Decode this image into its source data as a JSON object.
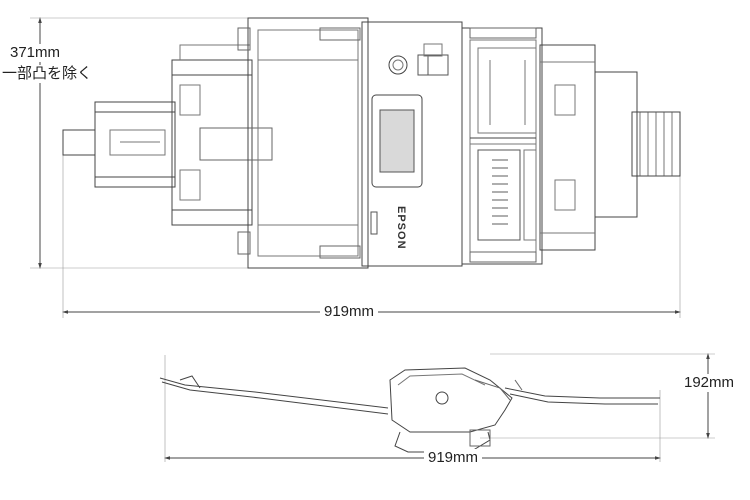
{
  "dimensions": {
    "top_depth": "371mm",
    "top_depth_note": "一部凸を除く",
    "top_width": "919mm",
    "side_height": "192mm",
    "side_width": "919mm"
  },
  "device": {
    "brand": "EPSON"
  },
  "colors": {
    "line": "#444444",
    "light_line": "#888888",
    "panel_fill": "#d9d9d9",
    "background": "#ffffff"
  }
}
